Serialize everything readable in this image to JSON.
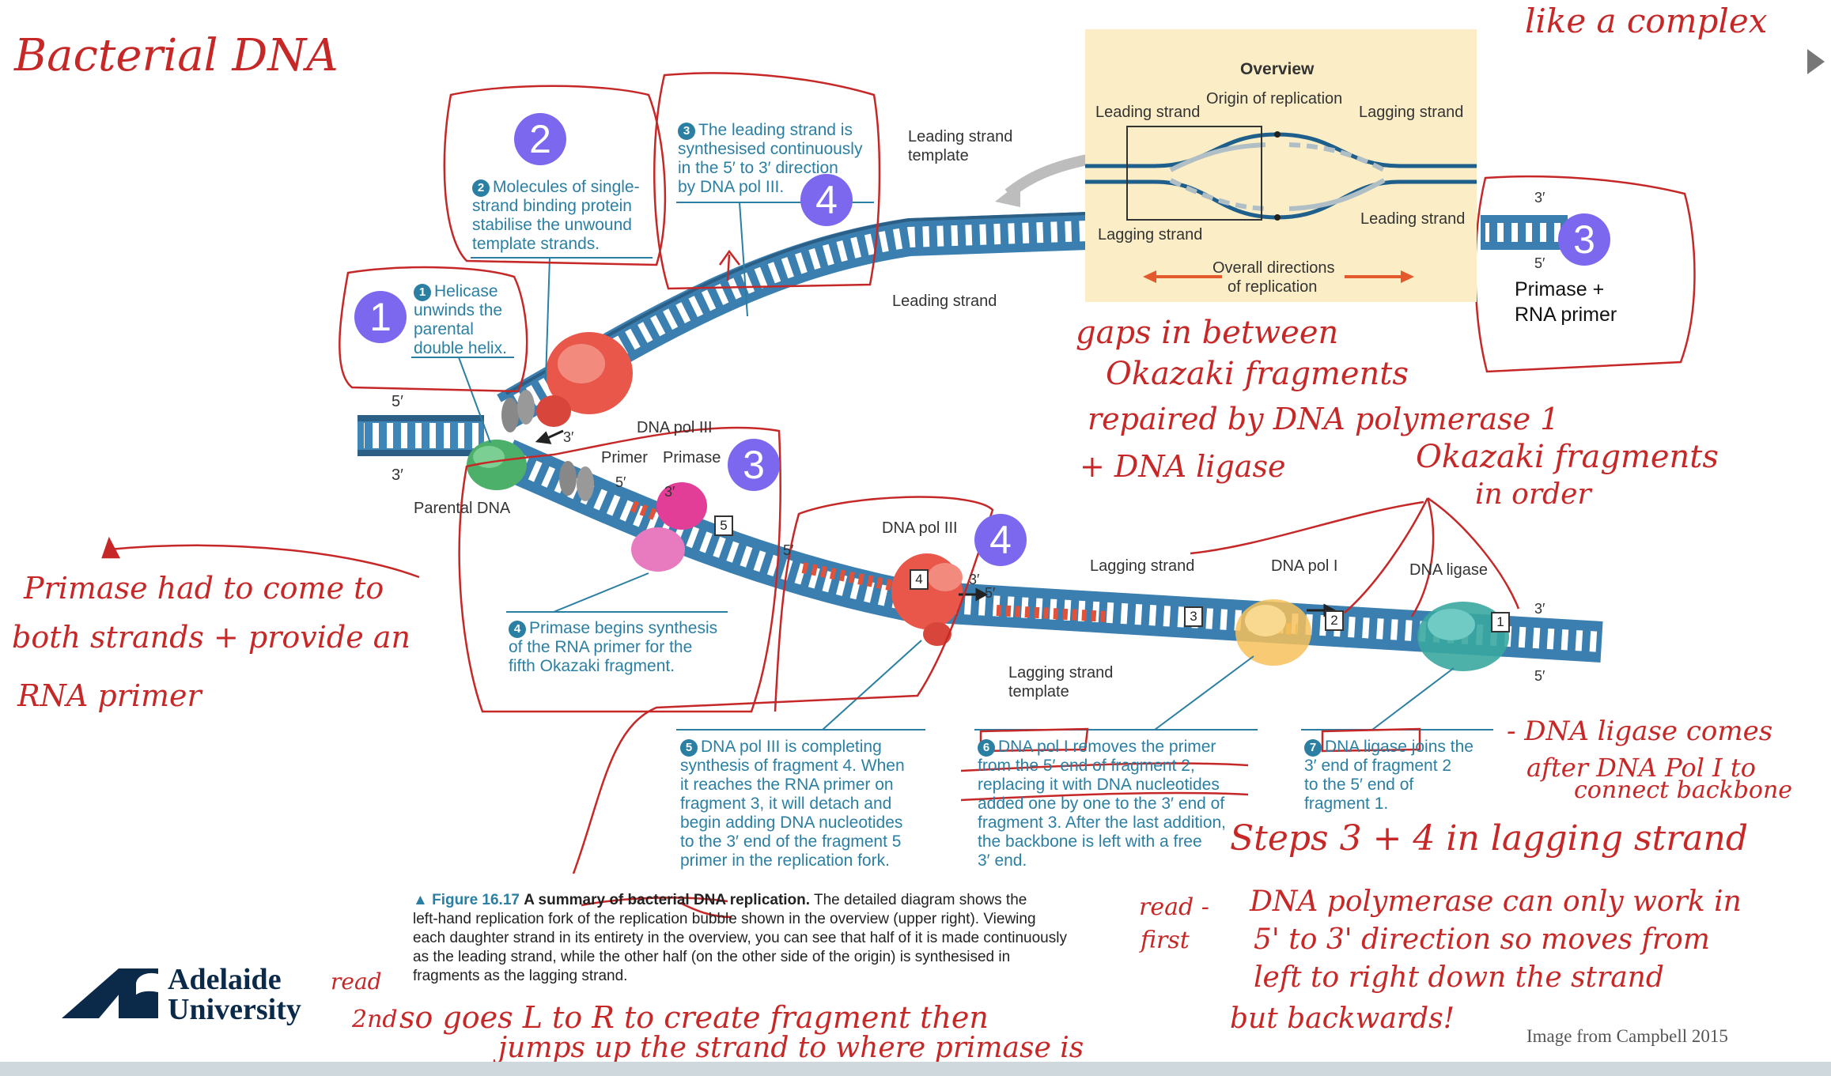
{
  "handwritten": {
    "title": "Bacterial DNA",
    "top_right": "like a complex",
    "gaps_line1": "gaps in between",
    "gaps_line2": "Okazaki fragments",
    "repaired_line1": "repaired by DNA polymerase 1",
    "repaired_line2": "+ DNA ligase",
    "okazaki_line1": "Okazaki fragments",
    "okazaki_line2": "in order",
    "primase_line1": "Primase had to come to",
    "primase_line2": "both strands + provide an",
    "primase_line3": "RNA primer",
    "ligase_line1": "- DNA ligase comes",
    "ligase_line2": "after DNA Pol I to",
    "ligase_line3": "connect backbone",
    "steps_note": "Steps 3 + 4 in lagging strand",
    "read_first_1": "read -",
    "read_first_2": "first",
    "polymerase_line1": "DNA polymerase can only work in",
    "polymerase_line2": "5' to 3' direction so moves from",
    "polymerase_line3": "left to right down the strand",
    "polymerase_line4": "but backwards!",
    "read_2nd_1": "read",
    "read_2nd_2": "2nd",
    "bottom_line1": "so goes L to R to create fragment then",
    "bottom_line2": "jumps up the strand to where primase is"
  },
  "badges": [
    "1",
    "2",
    "4",
    "3",
    "3",
    "4"
  ],
  "overview": {
    "title": "Overview",
    "origin": "Origin of replication",
    "leading_left": "Leading strand",
    "lagging_right": "Lagging strand",
    "lagging_left": "Lagging strand",
    "leading_right": "Leading strand",
    "directions_1": "Overall directions",
    "directions_2": "of replication"
  },
  "labels": {
    "leading_template_1": "Leading strand",
    "leading_template_2": "template",
    "leading_strand": "Leading strand",
    "five_prime": "5′",
    "three_prime": "3′",
    "parental_dna": "Parental DNA",
    "dna_pol_iii_top": "DNA pol III",
    "primer": "Primer",
    "primase": "Primase",
    "dna_pol_iii_mid": "DNA pol III",
    "lagging_strand": "Lagging strand",
    "dna_pol_i": "DNA pol I",
    "dna_ligase": "DNA ligase",
    "lagging_template_1": "Lagging strand",
    "lagging_template_2": "template",
    "primase_rna_1": "Primase +",
    "primase_rna_2": "RNA primer"
  },
  "fragment_numbers": [
    "5",
    "4",
    "3",
    "2",
    "1"
  ],
  "steps": {
    "s1": {
      "num": "1",
      "lines": [
        "Helicase",
        "unwinds the",
        "parental",
        "double helix."
      ]
    },
    "s2": {
      "num": "2",
      "lines": [
        "Molecules of single-",
        "strand binding protein",
        "stabilise the unwound",
        "template strands."
      ]
    },
    "s3": {
      "num": "3",
      "lines": [
        "The leading strand is",
        "synthesised continuously",
        "in the 5′ to 3′ direction",
        "by DNA pol III."
      ]
    },
    "s4": {
      "num": "4",
      "lines": [
        "Primase begins synthesis",
        "of the RNA primer for the",
        "fifth Okazaki fragment."
      ]
    },
    "s5": {
      "num": "5",
      "lines": [
        "DNA pol III is completing",
        "synthesis of fragment 4. When",
        "it reaches the RNA primer on",
        "fragment 3, it will detach and",
        "begin adding DNA nucleotides",
        "to the 3′ end of the fragment 5",
        "primer in the replication fork."
      ]
    },
    "s6": {
      "num": "6",
      "lines": [
        "DNA pol I removes the primer",
        "from the 5′ end of fragment 2,",
        "replacing it with DNA nucleotides",
        "added one by one to the 3′ end of",
        "fragment 3. After the last addition,",
        "the backbone is left with a free",
        "3′ end."
      ]
    },
    "s7": {
      "num": "7",
      "lines": [
        "DNA ligase joins the",
        "3′ end of fragment 2",
        "to the 5′ end of",
        "fragment 1."
      ]
    }
  },
  "caption": {
    "figure": "▲ Figure 16.17",
    "title": "A summary of bacterial DNA replication.",
    "line1": "The detailed diagram shows the",
    "line2": "left-hand replication fork of the replication bubble shown in the overview (upper right). Viewing",
    "line3": "each daughter strand in its entirety in the overview, you can see that half of it is made continuously",
    "line4": "as the leading strand, while the other half (on the other side of the origin) is synthesised in",
    "line5": "fragments as the lagging strand."
  },
  "logo": {
    "line1": "Adelaide",
    "line2": "University"
  },
  "credit": "Image from Campbell 2015",
  "colors": {
    "annotation_red": "#c62828",
    "badge_purple": "#7b68ee",
    "step_blue": "#2a7fa3",
    "dna_blue": "#4a90c2",
    "overview_bg": "#fbeec6"
  }
}
